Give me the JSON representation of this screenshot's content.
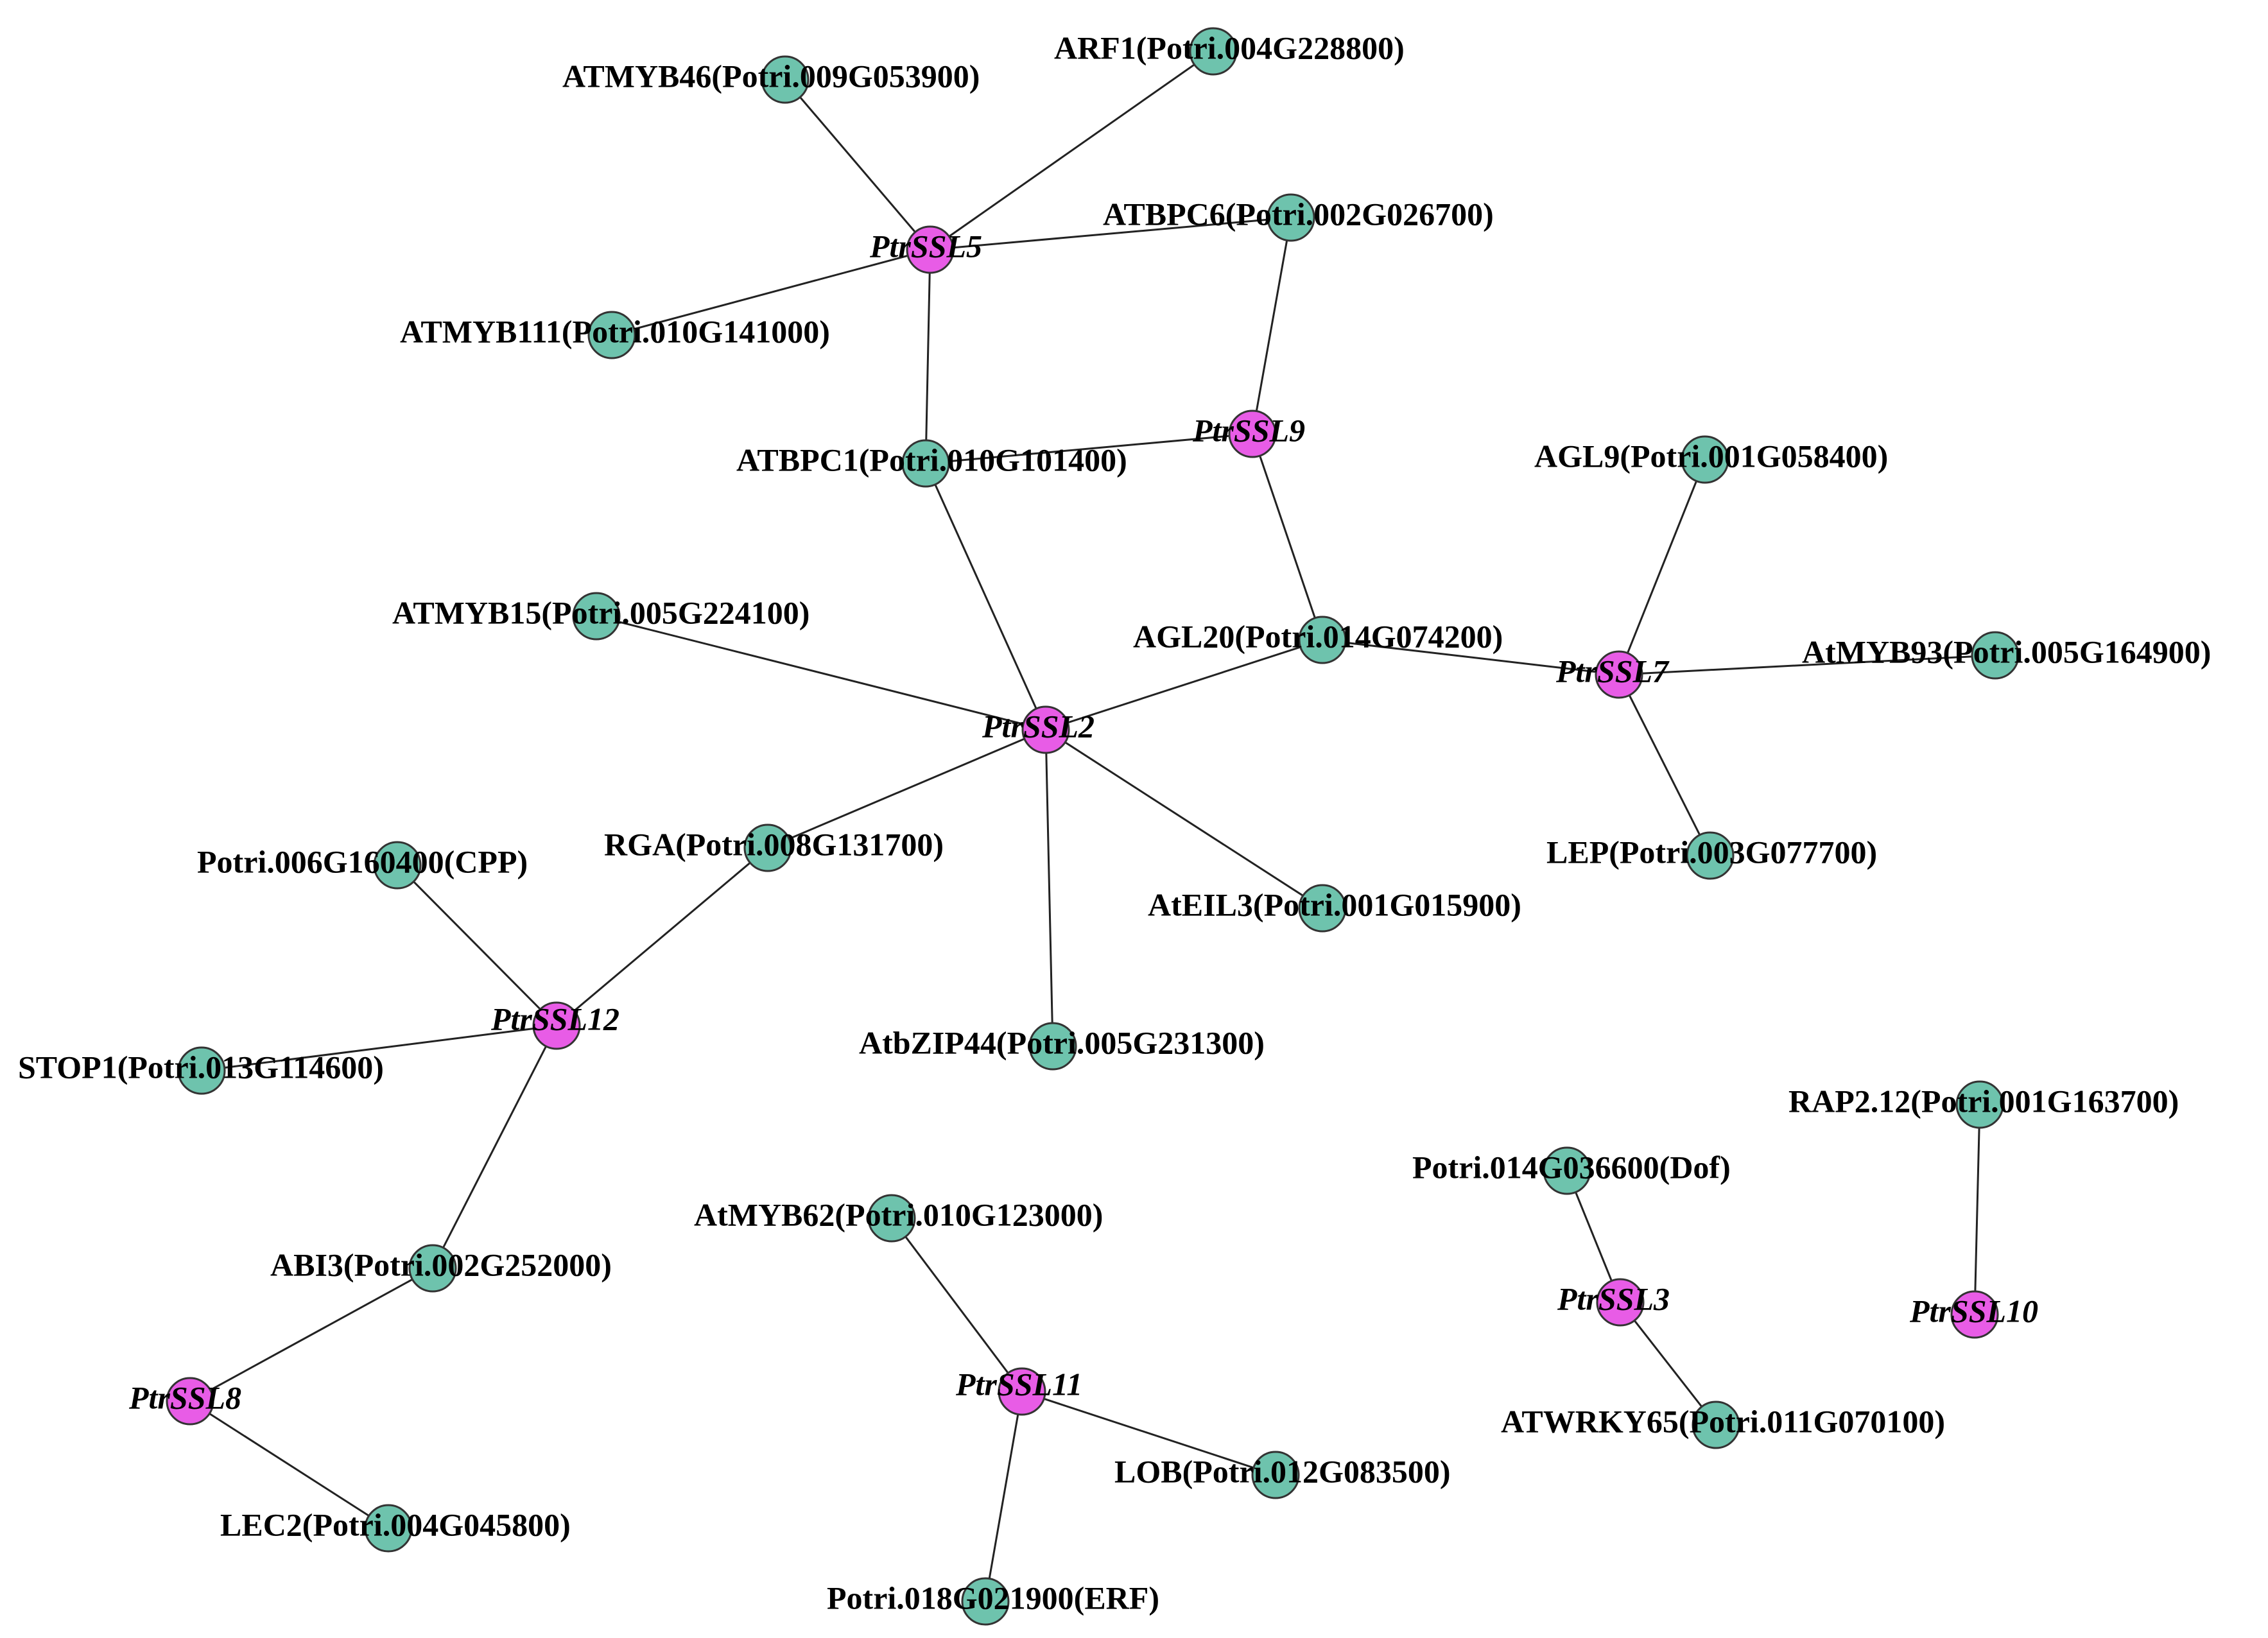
{
  "colors": {
    "ssl_node": "#e85ce6",
    "tf_node": "#6ec3ad",
    "edge": "#222222"
  },
  "nodes": [
    {
      "id": "ssl5",
      "type": "ssl",
      "label": "PtrSSL5"
    },
    {
      "id": "ssl9",
      "type": "ssl",
      "label": "PtrSSL9"
    },
    {
      "id": "ssl2",
      "type": "ssl",
      "label": "PtrSSL2"
    },
    {
      "id": "ssl7",
      "type": "ssl",
      "label": "PtrSSL7"
    },
    {
      "id": "ssl12",
      "type": "ssl",
      "label": "PtrSSL12"
    },
    {
      "id": "ssl8",
      "type": "ssl",
      "label": "PtrSSL8"
    },
    {
      "id": "ssl11",
      "type": "ssl",
      "label": "PtrSSL11"
    },
    {
      "id": "ssl3",
      "type": "ssl",
      "label": "PtrSSL3"
    },
    {
      "id": "ssl10",
      "type": "ssl",
      "label": "PtrSSL10"
    },
    {
      "id": "myb46",
      "type": "tf",
      "label": "ATMYB46(Potri.009G053900)"
    },
    {
      "id": "arf1",
      "type": "tf",
      "label": "ARF1(Potri.004G228800)"
    },
    {
      "id": "bpc6",
      "type": "tf",
      "label": "ATBPC6(Potri.002G026700)"
    },
    {
      "id": "myb111",
      "type": "tf",
      "label": "ATMYB111(Potri.010G141000)"
    },
    {
      "id": "bpc1",
      "type": "tf",
      "label": "ATBPC1(Potri.010G101400)"
    },
    {
      "id": "agl9",
      "type": "tf",
      "label": "AGL9(Potri.001G058400)"
    },
    {
      "id": "myb15",
      "type": "tf",
      "label": "ATMYB15(Potri.005G224100)"
    },
    {
      "id": "agl20",
      "type": "tf",
      "label": "AGL20(Potri.014G074200)"
    },
    {
      "id": "myb93",
      "type": "tf",
      "label": "AtMYB93(Potri.005G164900)"
    },
    {
      "id": "rga",
      "type": "tf",
      "label": "RGA(Potri.008G131700)"
    },
    {
      "id": "cpp",
      "type": "tf",
      "label": "Potri.006G160400(CPP)"
    },
    {
      "id": "lep",
      "type": "tf",
      "label": "LEP(Potri.003G077700)"
    },
    {
      "id": "eil3",
      "type": "tf",
      "label": "AtEIL3(Potri.001G015900)"
    },
    {
      "id": "stop1",
      "type": "tf",
      "label": "STOP1(Potri.013G114600)"
    },
    {
      "id": "bzip44",
      "type": "tf",
      "label": "AtbZIP44(Potri.005G231300)"
    },
    {
      "id": "rap212",
      "type": "tf",
      "label": "RAP2.12(Potri.001G163700)"
    },
    {
      "id": "dof",
      "type": "tf",
      "label": "Potri.014G036600(Dof)"
    },
    {
      "id": "myb62",
      "type": "tf",
      "label": "AtMYB62(Potri.010G123000)"
    },
    {
      "id": "abi3",
      "type": "tf",
      "label": "ABI3(Potri.002G252000)"
    },
    {
      "id": "wrky65",
      "type": "tf",
      "label": "ATWRKY65(Potri.011G070100)"
    },
    {
      "id": "lob",
      "type": "tf",
      "label": "LOB(Potri.012G083500)"
    },
    {
      "id": "lec2",
      "type": "tf",
      "label": "LEC2(Potri.004G045800)"
    },
    {
      "id": "erf",
      "type": "tf",
      "label": "Potri.018G021900(ERF)"
    }
  ],
  "edges": [
    [
      "ssl5",
      "myb46"
    ],
    [
      "ssl5",
      "arf1"
    ],
    [
      "ssl5",
      "bpc6"
    ],
    [
      "ssl5",
      "myb111"
    ],
    [
      "ssl5",
      "bpc1"
    ],
    [
      "ssl9",
      "bpc6"
    ],
    [
      "ssl9",
      "bpc1"
    ],
    [
      "ssl9",
      "agl20"
    ],
    [
      "ssl2",
      "bpc1"
    ],
    [
      "ssl2",
      "myb15"
    ],
    [
      "ssl2",
      "agl20"
    ],
    [
      "ssl2",
      "rga"
    ],
    [
      "ssl2",
      "eil3"
    ],
    [
      "ssl2",
      "bzip44"
    ],
    [
      "ssl7",
      "agl20"
    ],
    [
      "ssl7",
      "agl9"
    ],
    [
      "ssl7",
      "myb93"
    ],
    [
      "ssl7",
      "lep"
    ],
    [
      "ssl12",
      "rga"
    ],
    [
      "ssl12",
      "cpp"
    ],
    [
      "ssl12",
      "stop1"
    ],
    [
      "ssl12",
      "abi3"
    ],
    [
      "ssl8",
      "abi3"
    ],
    [
      "ssl8",
      "lec2"
    ],
    [
      "ssl11",
      "myb62"
    ],
    [
      "ssl11",
      "lob"
    ],
    [
      "ssl11",
      "erf"
    ],
    [
      "ssl3",
      "dof"
    ],
    [
      "ssl3",
      "wrky65"
    ],
    [
      "ssl10",
      "rap212"
    ]
  ]
}
